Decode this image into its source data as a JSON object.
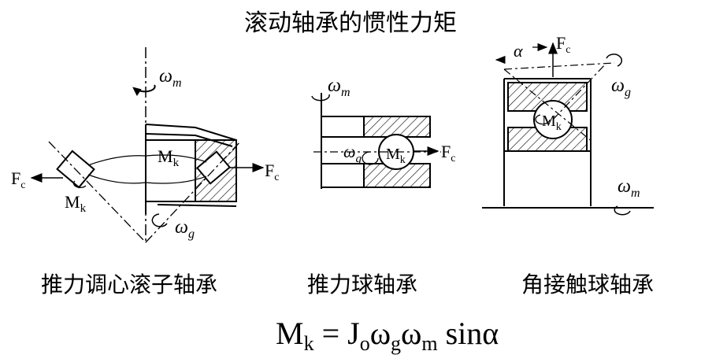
{
  "title": "滚动轴承的惯性力矩",
  "captions": {
    "left": "推力调心滚子轴承",
    "middle": "推力球轴承",
    "right": "角接触球轴承"
  },
  "formula": {
    "lhs_main": "M",
    "lhs_sub": "k",
    "eq": " = ",
    "j_main": "J",
    "j_sub": "o",
    "wg_main": "ω",
    "wg_sub": "g",
    "wm_main": "ω",
    "wm_sub": "m",
    "tail": " sinα"
  },
  "labels": {
    "omega": "ω",
    "sub_m": "m",
    "sub_g": "g",
    "f": "F",
    "sub_c": "c",
    "m": "M",
    "sub_k": "k",
    "alpha": "α"
  }
}
